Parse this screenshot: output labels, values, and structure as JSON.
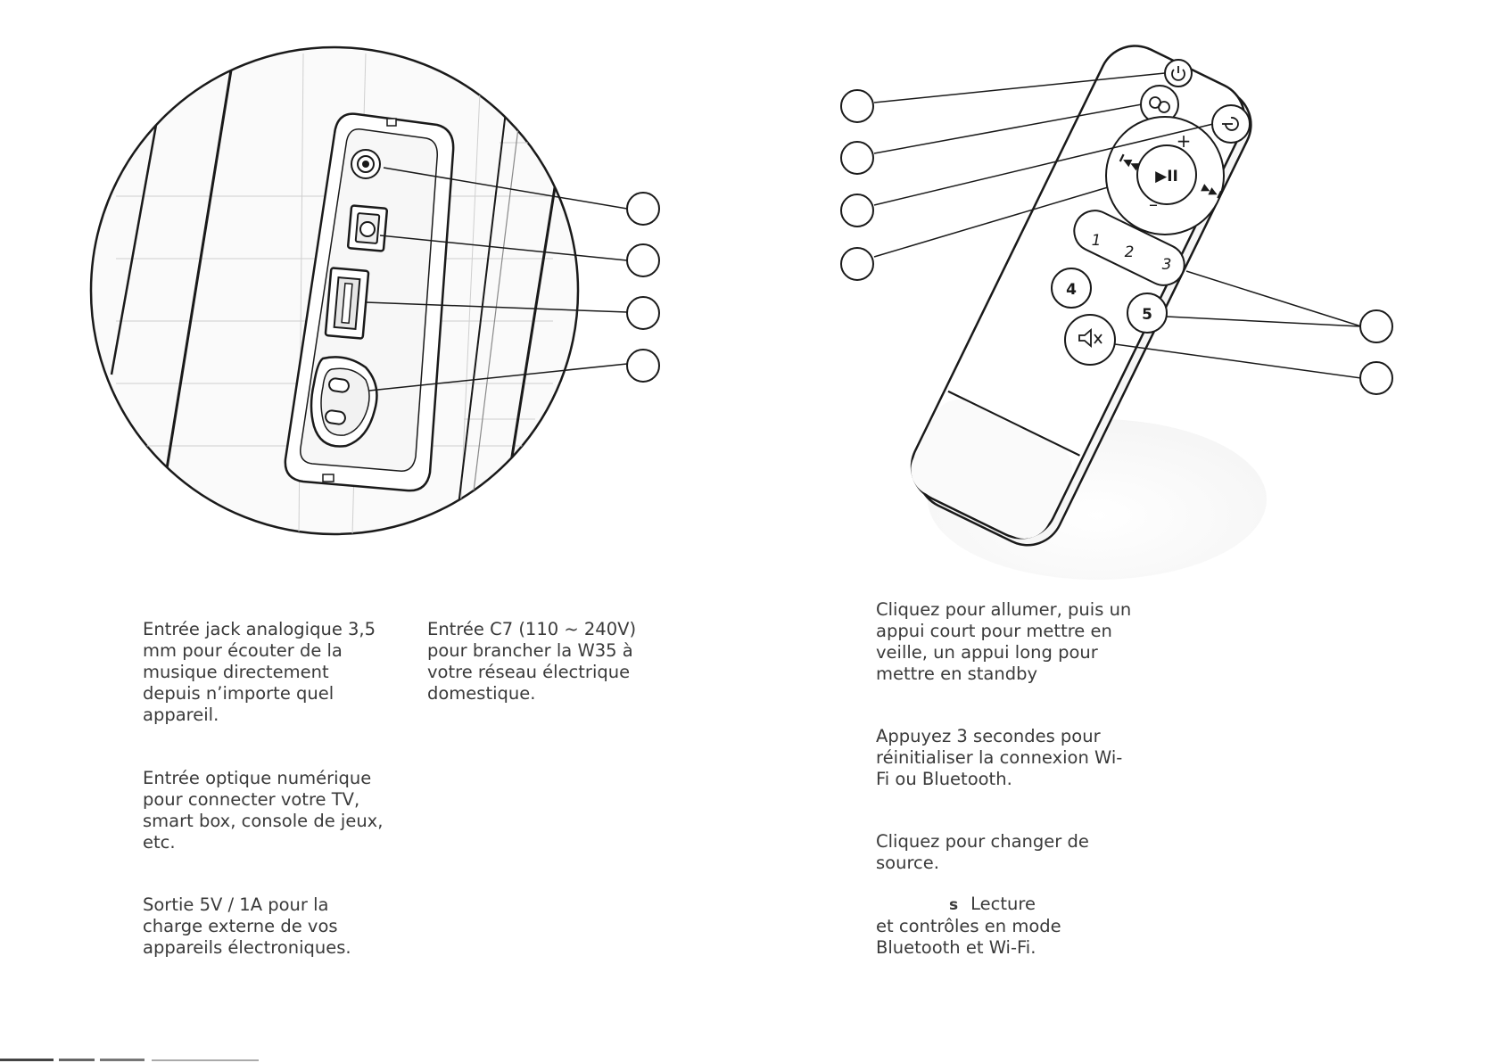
{
  "left_panel": {
    "captions": [
      "Entrée jack analogique 3,5 mm pour écouter de la musique directement depuis n’importe quel appareil.",
      "Entrée optique numérique pour connecter votre TV, smart box, console de jeux, etc.",
      "Sortie 5V / 1A pour la charge externe de vos appareils électroniques.",
      "Entrée C7 (110 ~ 240V) pour brancher la W35 à votre réseau électrique domestique."
    ]
  },
  "remote": {
    "buttons": [
      "1",
      "2",
      "3",
      "4",
      "5"
    ],
    "plus": "+",
    "minus": "–",
    "captions": [
      "Cliquez pour allumer, puis un appui court pour mettre en veille, un appui long pour mettre en standby",
      "Appuyez 3 secondes pour réinitialiser la connexion Wi-Fi ou Bluetooth.",
      "Cliquez pour changer de source."
    ],
    "last_caption_bold": "s",
    "last_caption_line1": "Lecture",
    "last_caption_rest": "et contrôles en mode Bluetooth et Wi-Fi."
  },
  "icons": {
    "power": "power-icon",
    "link": "link-icon",
    "source": "source-icon",
    "play_pause": "play-pause-icon",
    "previous": "previous-icon",
    "next": "next-icon",
    "mute": "mute-icon"
  }
}
